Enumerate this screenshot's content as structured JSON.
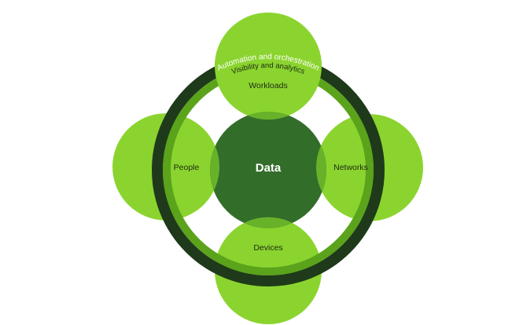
{
  "diagram": {
    "core": "Data",
    "pillars": {
      "top": "Workloads",
      "left": "People",
      "right": "Networks",
      "bottom": "Devices"
    },
    "rings": {
      "outer": "Automation and orchestration",
      "inner": "Visibility and analytics"
    },
    "colors": {
      "pillar": "#8bd42f",
      "pillar_overlap": "#68b22a",
      "core": "#336d2a",
      "inner_ring": "#5aa31b",
      "outer_ring": "#1e3a1a",
      "background": "#ffffff"
    }
  }
}
